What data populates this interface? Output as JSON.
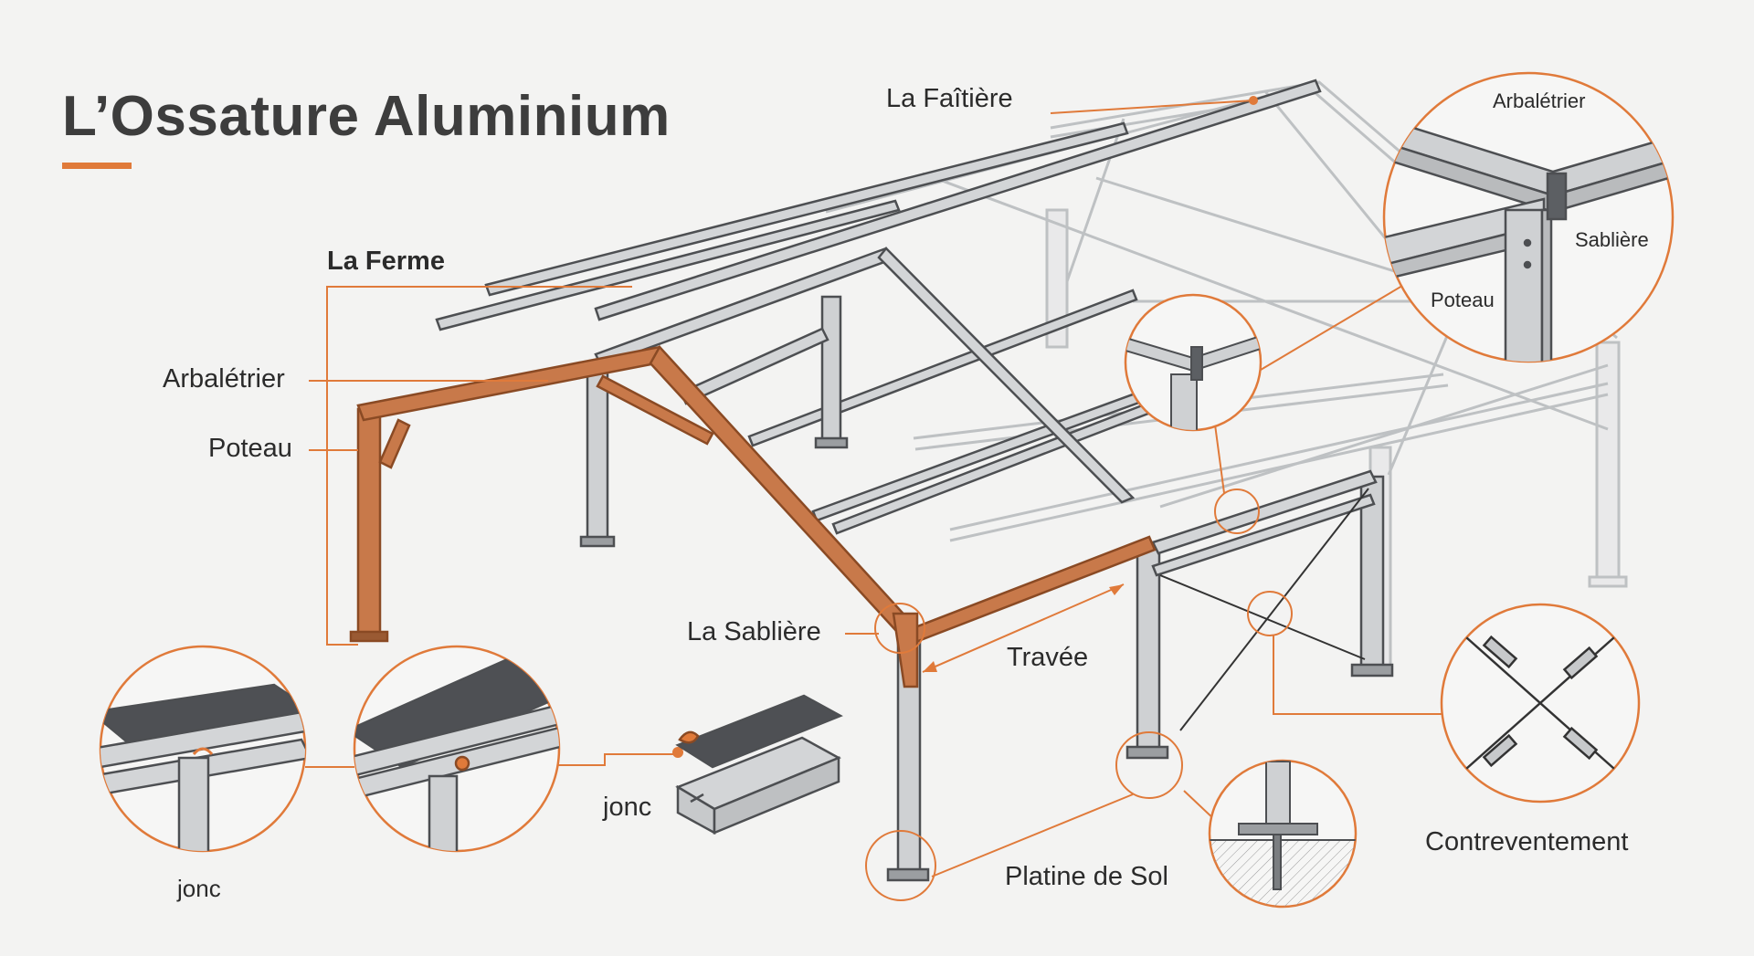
{
  "title": "L’Ossature Aluminium",
  "colors": {
    "accent": "#e07a3a",
    "truss_fill": "#c8794a",
    "frame_fill": "#c9cbcd",
    "frame_stroke": "#4d4f52",
    "faded_stroke": "#b5b8bb",
    "background": "#f3f3f2"
  },
  "labels": {
    "faitiere": "La Faîtière",
    "ferme": "La Ferme",
    "arbaletrier": "Arbalétrier",
    "poteau": "Poteau",
    "sabliere": "La Sablière",
    "travee": "Travée",
    "jonc_left": "jonc",
    "jonc_mid": "jonc",
    "platine": "Platine de Sol",
    "contreventement": "Contreventement"
  },
  "detail_corner": {
    "arbaletrier": "Arbalétrier",
    "sabliere": "Sablière",
    "poteau": "Poteau"
  }
}
